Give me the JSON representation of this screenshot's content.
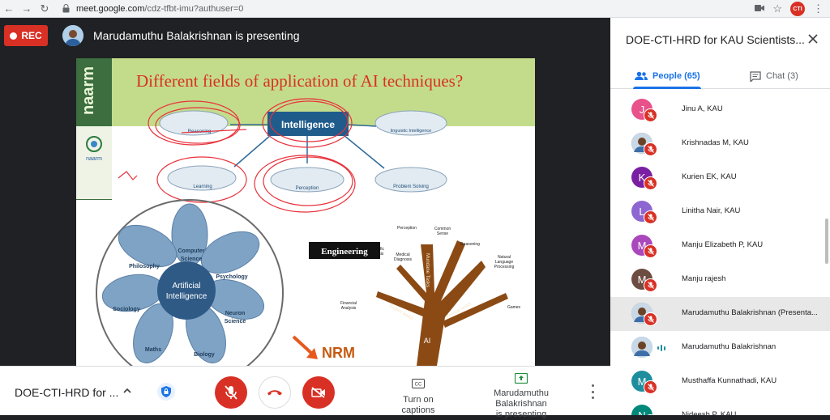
{
  "browser": {
    "url_host": "meet.google.com",
    "url_path": "/cdz-tfbt-imu?authuser=0",
    "profile_label": "CTI"
  },
  "meet": {
    "rec_label": "REC",
    "presenting_text": "Marudamuthu Balakrishnan is presenting"
  },
  "slide": {
    "title": "Different fields of application of AI techniques?",
    "side_brand": "naarm",
    "logo_text": "naarm",
    "center_node": "Intelligence",
    "nodes": [
      "Reasoning",
      "linguistic Intelligence",
      "Learning",
      "Perception",
      "Problem Solving"
    ],
    "flower_center": [
      "Artificial",
      "Intelligence"
    ],
    "petals": [
      "Computer",
      "Science",
      "Philosophy",
      "Psychology",
      "Sociology",
      "Neuron",
      "Science",
      "Maths",
      "Biology"
    ],
    "engineering_label": "Engineering",
    "tree_labels": [
      "Perception",
      "Common",
      "Sense",
      "Scientific",
      "Analysis",
      "Medical",
      "Diagnosis",
      "Reasoning",
      "Natural",
      "Language",
      "Processing",
      "Games",
      "Financial",
      "Analysis",
      "Expert tasks",
      "Mundane Tasks",
      "Formal tasks",
      "AI"
    ],
    "nrm_label": "NRM"
  },
  "bottom_bar": {
    "meeting_name": "DOE-CTI-HRD for ...",
    "captions_label": "Turn on captions",
    "presenting_line1": "Marudamuthu Balakrishnan",
    "presenting_line2": "is presenting",
    "captions_icon": "CC"
  },
  "panel": {
    "title": "DOE-CTI-HRD for KAU Scientists...",
    "tab_people": "People (65)",
    "tab_chat": "Chat (3)",
    "participants": [
      {
        "initial": "J",
        "name": "Jinu A, KAU",
        "color": "#e8518a",
        "muted": true
      },
      {
        "initial": "",
        "name": "Krishnadas M, KAU",
        "color": "#8d6e63",
        "muted": true,
        "photo": true
      },
      {
        "initial": "K",
        "name": "Kurien EK, KAU",
        "color": "#7b1fa2",
        "muted": true
      },
      {
        "initial": "L",
        "name": "Linitha Nair, KAU",
        "color": "#8e66d1",
        "muted": true
      },
      {
        "initial": "M",
        "name": "Manju Elizabeth P, KAU",
        "color": "#ab47bc",
        "muted": true
      },
      {
        "initial": "M",
        "name": "Manju rajesh",
        "color": "#6d4c41",
        "muted": true
      },
      {
        "initial": "",
        "name": "Marudamuthu Balakrishnan (Presenta...",
        "color": "#8d6e63",
        "muted": true,
        "photo": true,
        "highlight": true
      },
      {
        "initial": "",
        "name": "Marudamuthu Balakrishnan",
        "color": "#5c9ce6",
        "muted": false,
        "photo": true,
        "speaking": true
      },
      {
        "initial": "M",
        "name": "Musthaffa Kunnathadi, KAU",
        "color": "#1e8e9e",
        "muted": true
      },
      {
        "initial": "N",
        "name": "Nideesh P, KAU",
        "color": "#00897b",
        "muted": true
      }
    ]
  }
}
